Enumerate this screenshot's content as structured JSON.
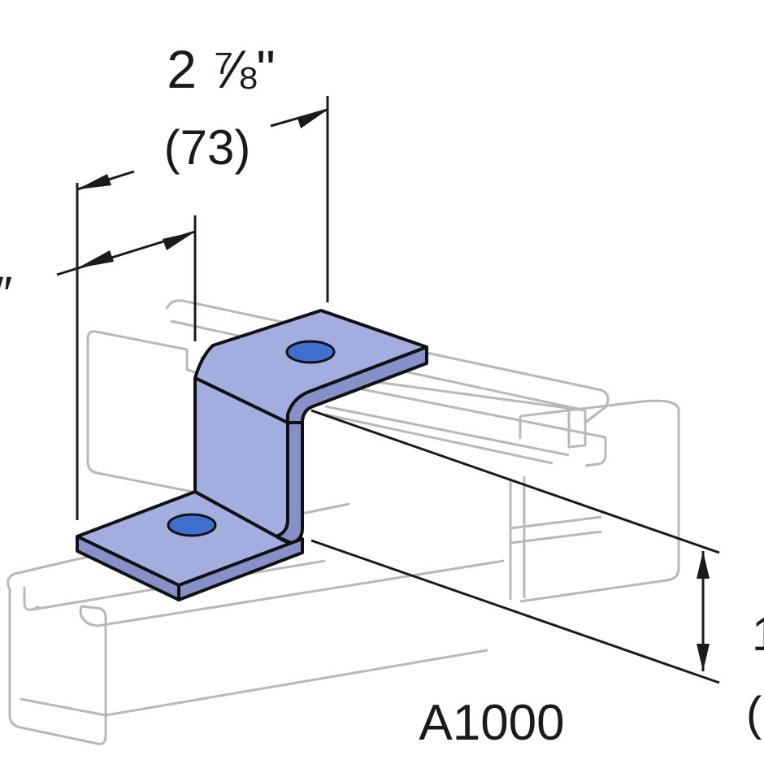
{
  "dimensions": {
    "width_inches": "2 ⅞\"",
    "width_mm": "(73)",
    "left_cut_inches": "″",
    "right_cut_text": "1",
    "right_cut_paren": "("
  },
  "part": {
    "channel_label": "A1000"
  },
  "colors": {
    "bracket_fill": "#a3aee0",
    "bracket_dark": "#8791c9",
    "bracket_stroke": "#111111",
    "channel_stroke": "#b8b8b8",
    "hole_fill": "#3f6fcf",
    "dimension_line": "#1a1a1a"
  }
}
